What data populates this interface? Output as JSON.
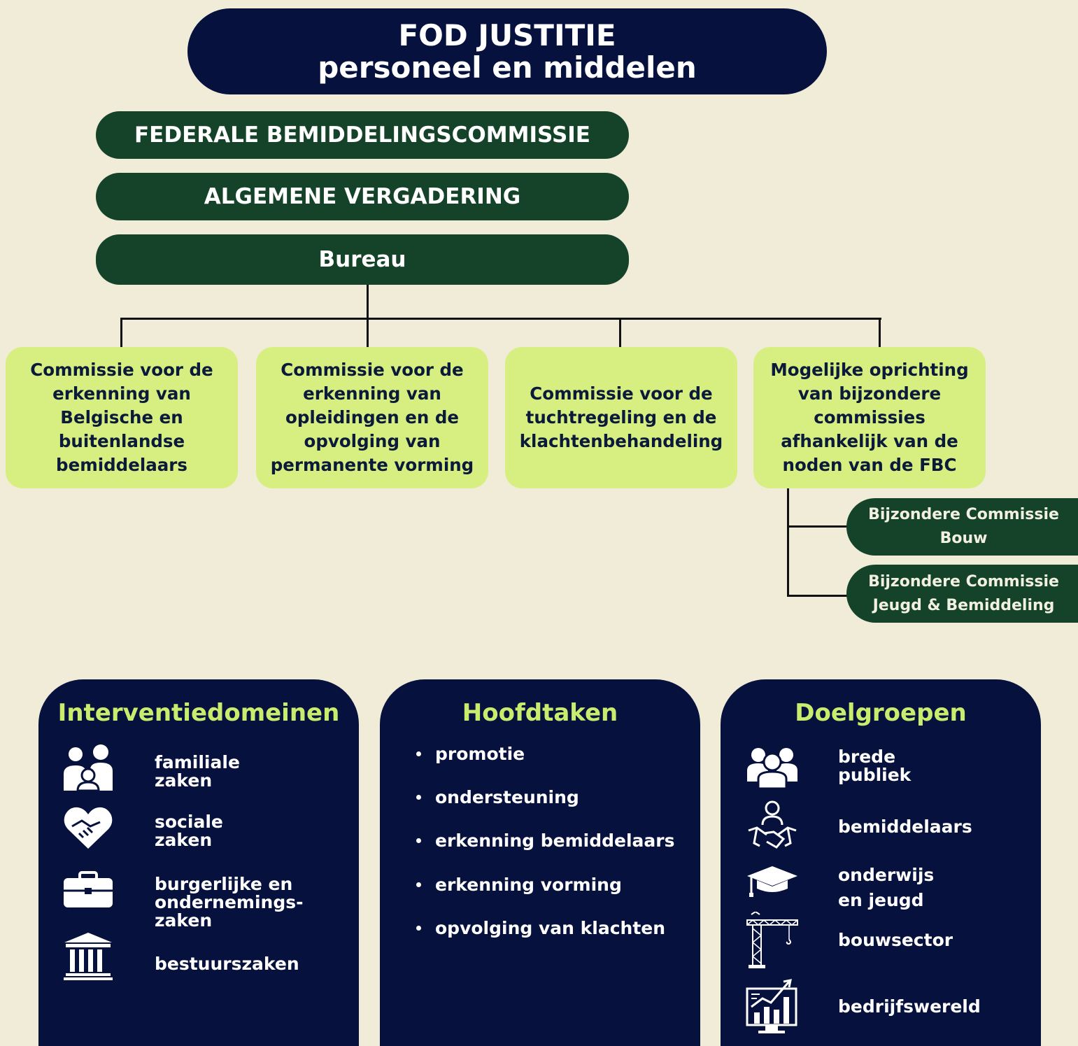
{
  "header": {
    "line1": "FOD JUSTITIE",
    "line2": "personeel en middelen"
  },
  "levels": {
    "federale": "FEDERALE BEMIDDELINGSCOMMISSIE",
    "algemene": "ALGEMENE VERGADERING",
    "bureau": "Bureau"
  },
  "commissions": [
    {
      "text": "Commissie voor de erkenning van Belgische en buitenlandse bemiddelaars"
    },
    {
      "text": "Commissie voor de erkenning van opleidingen en de opvolging van permanente vorming"
    },
    {
      "text": "Commissie voor de tuchtregeling en de klachtenbehandeling"
    },
    {
      "text": "Mogelijke oprichting van bijzondere commissies afhankelijk van de noden van de FBC"
    }
  ],
  "special_commissions": [
    {
      "line1": "Bijzondere Commissie",
      "line2": "Bouw"
    },
    {
      "line1": "Bijzondere Commissie",
      "line2": "Jeugd & Bemiddeling"
    }
  ],
  "interventiedomeinen": {
    "title": "Interventiedomeinen",
    "items": [
      {
        "icon": "family-icon",
        "lines": [
          "familiale",
          "zaken"
        ]
      },
      {
        "icon": "heart-handshake-icon",
        "lines": [
          "sociale",
          "zaken"
        ]
      },
      {
        "icon": "briefcase-icon",
        "lines": [
          "burgerlijke en",
          "ondernemings-",
          "zaken"
        ]
      },
      {
        "icon": "government-building-icon",
        "lines": [
          "bestuurszaken"
        ]
      }
    ]
  },
  "hoofdtaken": {
    "title": "Hoofdtaken",
    "items": [
      "promotie",
      "ondersteuning",
      "erkenning bemiddelaars",
      "erkenning vorming",
      "opvolging van klachten"
    ]
  },
  "doelgroepen": {
    "title": "Doelgroepen",
    "items": [
      {
        "icon": "group-icon",
        "lines": [
          "brede",
          "publiek"
        ]
      },
      {
        "icon": "mediator-handshake-icon",
        "lines": [
          "bemiddelaars"
        ]
      },
      {
        "icon": "graduation-cap-icon",
        "lines": [
          "onderwijs",
          "en jeugd"
        ]
      },
      {
        "icon": "crane-icon",
        "lines": [
          "bouwsector"
        ]
      },
      {
        "icon": "business-chart-icon",
        "lines": [
          "bedrijfswereld"
        ]
      }
    ]
  },
  "colors": {
    "background": "#f0ecd8",
    "navy": "#06123d",
    "dark_green": "#14432a",
    "lime": "#d7ef80",
    "title_lime": "#c9ec6f"
  }
}
